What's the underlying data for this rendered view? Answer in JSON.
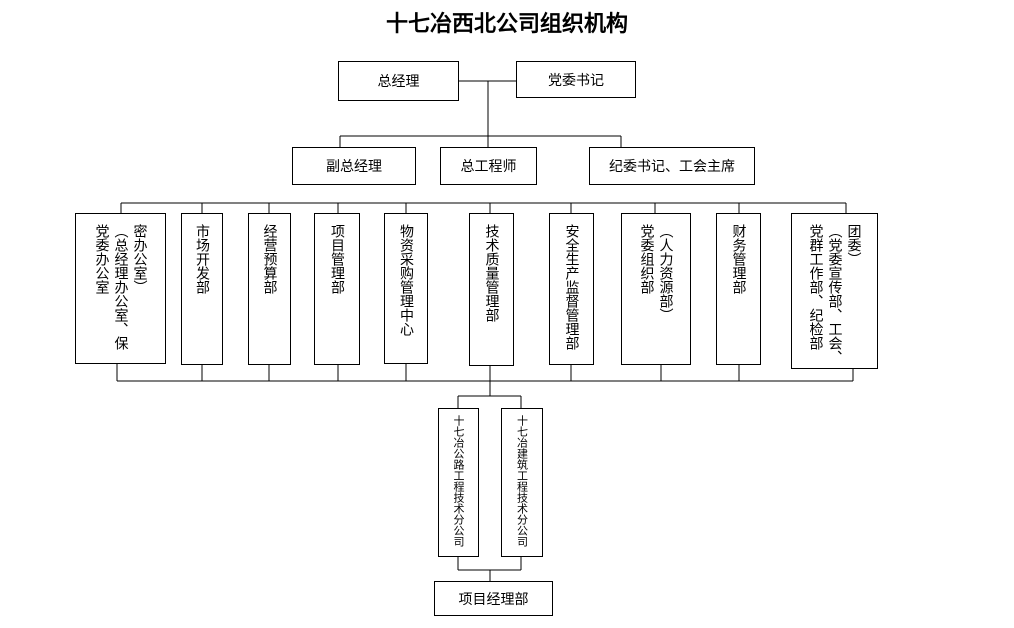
{
  "title": "十七冶西北公司组织机构",
  "top": {
    "general_manager": "总经理",
    "party_secretary": "党委书记"
  },
  "second": {
    "deputy_gm": "副总经理",
    "chief_engineer": "总工程师",
    "discipline_union": "纪委书记、工会主席"
  },
  "departments": {
    "party_office": [
      "密办公室）",
      "（总经理办公室、保",
      "党委办公室"
    ],
    "market": [
      "市场开发部"
    ],
    "budget": [
      "经营预算部"
    ],
    "project_mgmt": [
      "项目管理部"
    ],
    "procurement": [
      "物资采购管理中心"
    ],
    "tech_quality": [
      "技术质量管理部"
    ],
    "safety": [
      "安全生产监督管理部"
    ],
    "org_dept": [
      "（人力资源部）",
      "党委组织部"
    ],
    "finance": [
      "财务管理部"
    ],
    "mass_work": [
      "团委）",
      "（党委宣传部、工会、",
      "党群工作部、纪检部"
    ]
  },
  "branches": {
    "road": [
      "十七冶公路工程技术分公司"
    ],
    "building": [
      "十七冶建筑工程技术分公司"
    ]
  },
  "bottom": {
    "project_manager_dept": "项目经理部"
  }
}
